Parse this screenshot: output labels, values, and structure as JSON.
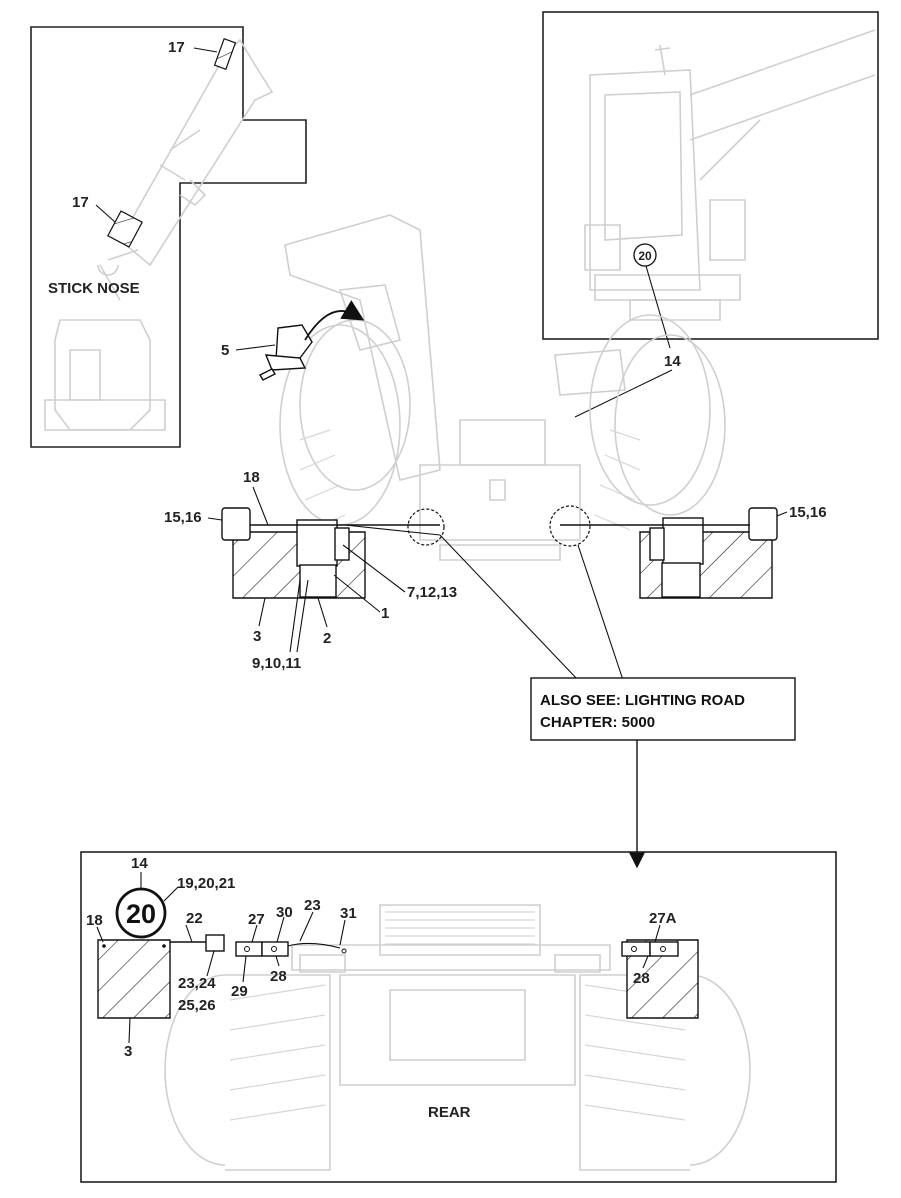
{
  "labels": {
    "stick_nose_title": "STICK NOSE",
    "p17_top": "17",
    "p17_bottom": "17",
    "p20_cab": "20",
    "p14_cab": "14",
    "p5": "5",
    "p18_front": "18",
    "p15_16_left": "15,16",
    "p15_16_right": "15,16",
    "p7_12_13": "7,12,13",
    "p1": "1",
    "p2": "2",
    "p3_front": "3",
    "p9_10_11": "9,10,11",
    "p14_rear": "14",
    "p20_rear_circle": "20",
    "p19_20_21": "19,20,21",
    "p18_rear": "18",
    "p22": "22",
    "p23_24": "23,24",
    "p25_26": "25,26",
    "p3_rear": "3",
    "p27": "27",
    "p30": "30",
    "p23": "23",
    "p31": "31",
    "p28_left": "28",
    "p29": "29",
    "p27a": "27A",
    "p28_right": "28",
    "rear_title": "REAR"
  },
  "note": {
    "line1": "ALSO SEE: LIGHTING ROAD",
    "line2": "CHAPTER: 5000"
  }
}
